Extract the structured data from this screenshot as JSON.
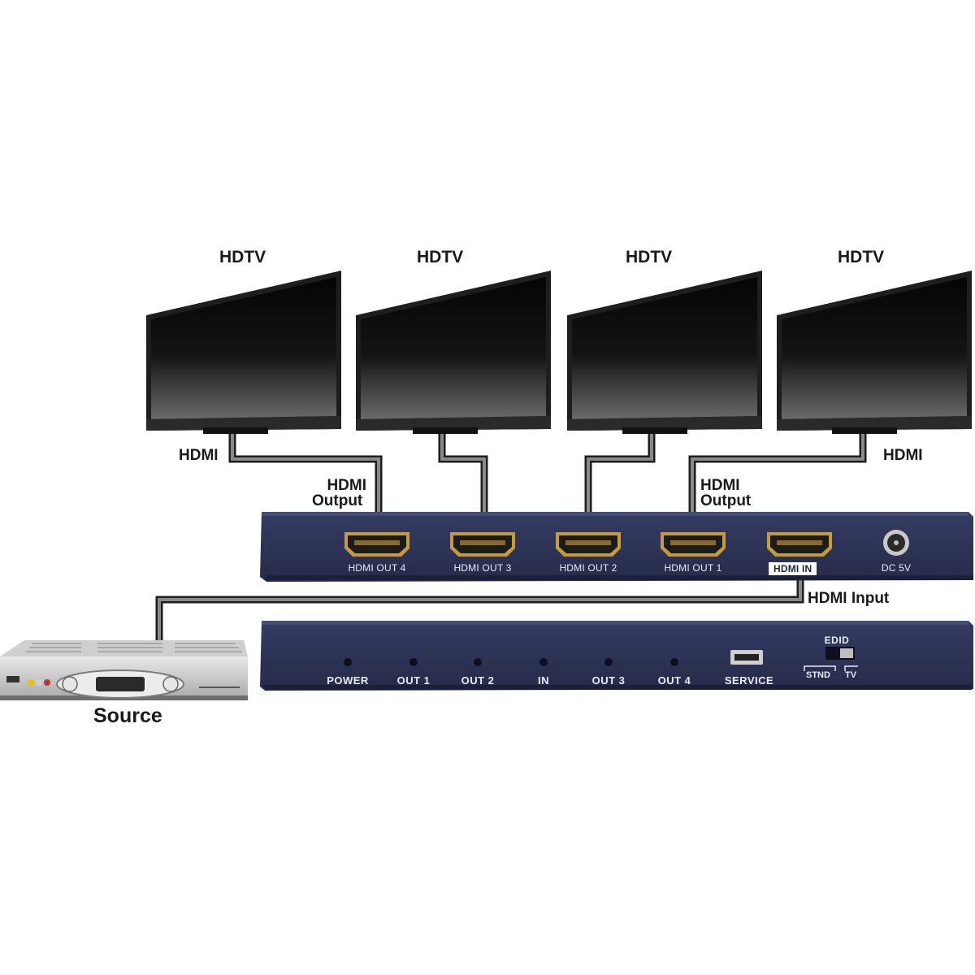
{
  "displays": [
    {
      "title": "HDTV"
    },
    {
      "title": "HDTV"
    },
    {
      "title": "HDTV"
    },
    {
      "title": "HDTV"
    }
  ],
  "cables": {
    "left_hdmi": "HDMI",
    "right_hdmi": "HDMI",
    "left_output_line1": "HDMI",
    "left_output_line2": "Output",
    "right_output_line1": "HDMI",
    "right_output_line2": "Output",
    "input_label": "HDMI Input"
  },
  "splitter_back": {
    "ports": [
      "HDMI OUT 4",
      "HDMI OUT 3",
      "HDMI OUT 2",
      "HDMI OUT 1"
    ],
    "input_port": "HDMI IN",
    "power_port": "DC 5V"
  },
  "splitter_front": {
    "indicators": [
      "POWER",
      "OUT 1",
      "OUT 2",
      "IN",
      "OUT 3",
      "OUT 4"
    ],
    "service": "SERVICE",
    "edid_title": "EDID",
    "edid_left": "STND",
    "edid_right": "TV"
  },
  "source": {
    "label": "Source"
  },
  "colors": {
    "panel": "#2b3152",
    "panel_dark": "#1b203a",
    "cable": "#3a3a3a",
    "gold": "#c49a3c"
  }
}
